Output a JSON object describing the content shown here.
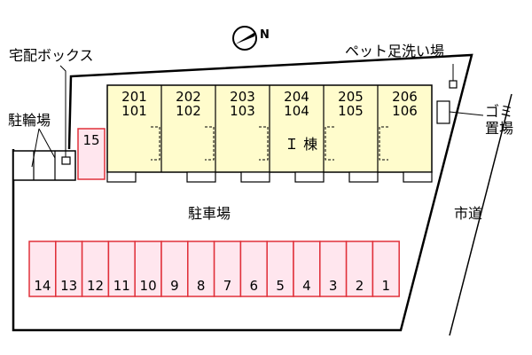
{
  "site_map": {
    "labels": {
      "delivery_box": "宅配ボックス",
      "pet_wash": "ペット足洗い場",
      "bicycle_parking": "駐輪場",
      "garbage_line1": "ゴミ",
      "garbage_line2": "置場",
      "parking_lot": "駐車場",
      "building": "Ｉ 棟",
      "city_road": "市道",
      "compass": "N"
    },
    "units": [
      {
        "upper": "201",
        "lower": "101"
      },
      {
        "upper": "202",
        "lower": "102"
      },
      {
        "upper": "203",
        "lower": "103"
      },
      {
        "upper": "204",
        "lower": "104"
      },
      {
        "upper": "205",
        "lower": "105"
      },
      {
        "upper": "206",
        "lower": "106"
      }
    ],
    "parking_slots": [
      "14",
      "13",
      "12",
      "11",
      "10",
      "9",
      "8",
      "7",
      "6",
      "5",
      "4",
      "3",
      "2",
      "1"
    ],
    "side_slot": "15",
    "colors": {
      "building_fill": "#fffccc",
      "slot_fill": "#ffe6ee",
      "slot_border": "#e0303a",
      "line": "#000000"
    }
  }
}
